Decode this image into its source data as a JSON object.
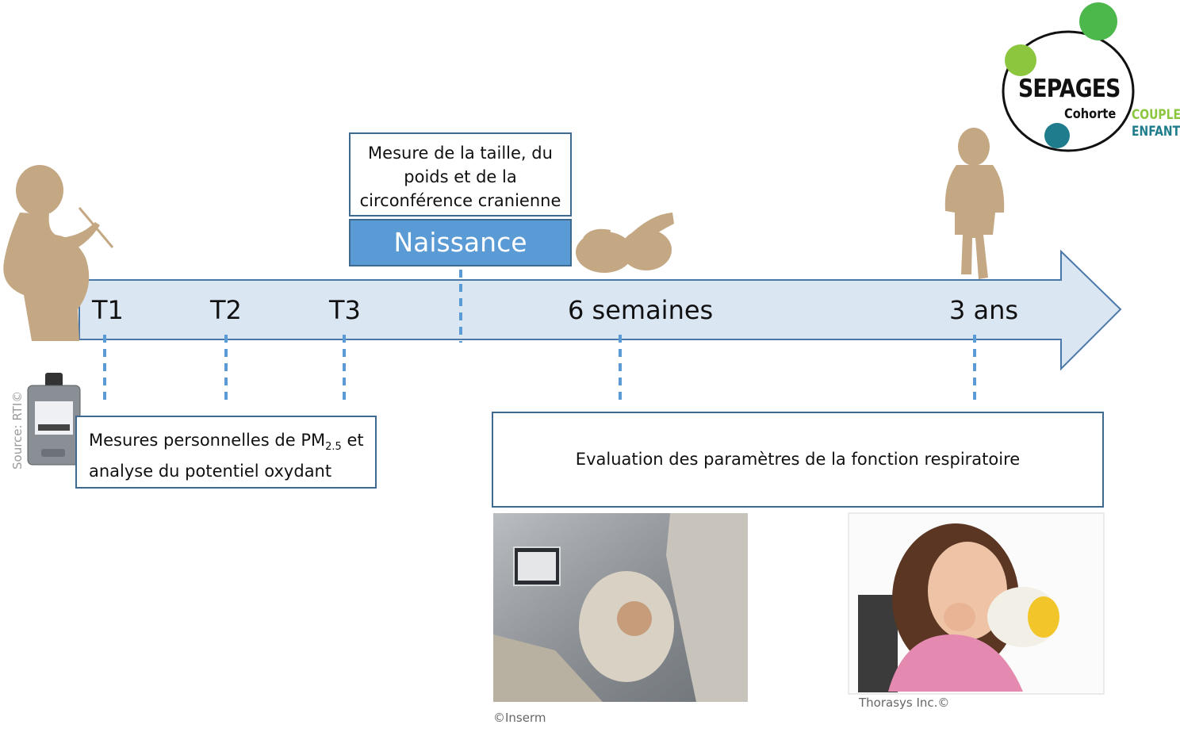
{
  "timeline": {
    "points": [
      {
        "label": "T1"
      },
      {
        "label": "T2"
      },
      {
        "label": "T3"
      },
      {
        "label": "6 semaines"
      },
      {
        "label": "3 ans"
      }
    ],
    "birth_label": "Naissance"
  },
  "boxes": {
    "measure_box": {
      "lines": [
        "Mesure de la taille, du",
        "poids et de la",
        "circonférence cranienne"
      ]
    },
    "pm_box": {
      "prefix": "Mesures personnelles de PM",
      "subscript": "2.5",
      "suffix": " et",
      "line2": "analyse du potentiel oxydant"
    },
    "resp_box": {
      "text": "Evaluation des paramètres de la fonction respiratoire"
    }
  },
  "credits": {
    "rti": "Source: RTI©",
    "inserm": "©Inserm",
    "thorasys": "Thorasys Inc.©"
  },
  "logo": {
    "title": "SEPAGES",
    "subtitle": "Cohorte",
    "tag1": "COUPLE",
    "tag2": "ENFANT"
  },
  "colors": {
    "arrow_fill": "#dbe6f3",
    "arrow_stroke": "#4a78a8",
    "birth_fill": "#5b9bd5",
    "dashed": "#5b9bd5",
    "silhouette": "#c4a884",
    "logo_green_light": "#8cc63f",
    "logo_green": "#4cb84c",
    "logo_teal": "#1f7c8c"
  }
}
